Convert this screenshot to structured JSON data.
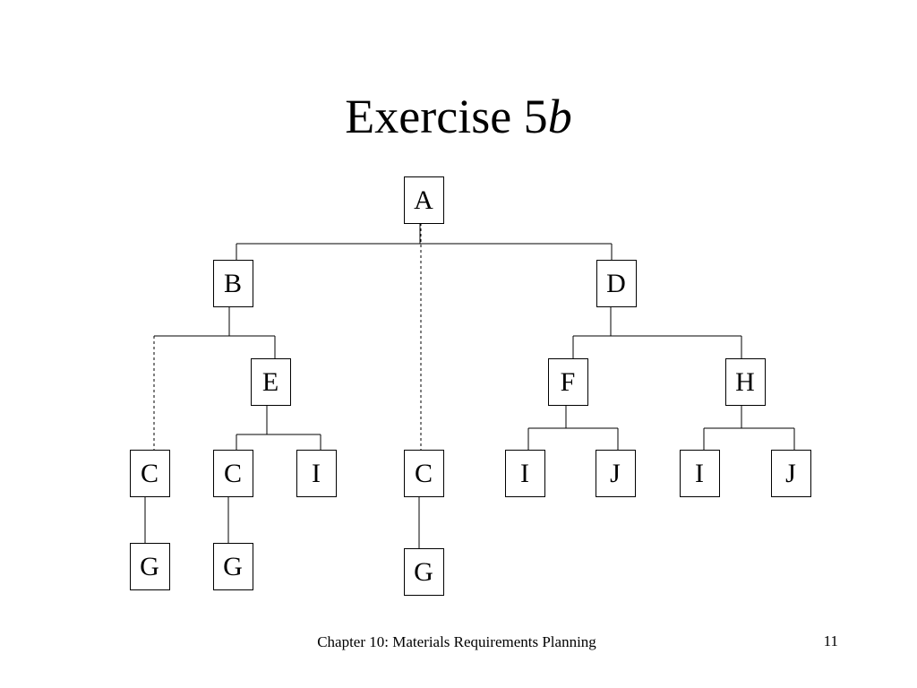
{
  "slide": {
    "title_main": "Exercise 5",
    "title_italic": "b",
    "footer_text": "Chapter 10: Materials Requirements Planning",
    "page_number": "11"
  },
  "tree": {
    "nodes": [
      {
        "id": "A",
        "label": "A"
      },
      {
        "id": "B",
        "label": "B"
      },
      {
        "id": "D",
        "label": "D"
      },
      {
        "id": "E",
        "label": "E"
      },
      {
        "id": "F",
        "label": "F"
      },
      {
        "id": "H",
        "label": "H"
      },
      {
        "id": "C1",
        "label": "C"
      },
      {
        "id": "C2",
        "label": "C"
      },
      {
        "id": "I1",
        "label": "I"
      },
      {
        "id": "C3",
        "label": "C"
      },
      {
        "id": "I2",
        "label": "I"
      },
      {
        "id": "J1",
        "label": "J"
      },
      {
        "id": "I3",
        "label": "I"
      },
      {
        "id": "J2",
        "label": "J"
      },
      {
        "id": "G1",
        "label": "G"
      },
      {
        "id": "G2",
        "label": "G"
      },
      {
        "id": "G3",
        "label": "G"
      }
    ],
    "edges": [
      {
        "from": "A",
        "to": "B",
        "style": "solid"
      },
      {
        "from": "A",
        "to": "D",
        "style": "solid"
      },
      {
        "from": "A",
        "to": "C3",
        "style": "dashed"
      },
      {
        "from": "B",
        "to": "C1",
        "style": "dashed"
      },
      {
        "from": "B",
        "to": "E",
        "style": "solid"
      },
      {
        "from": "D",
        "to": "F",
        "style": "solid"
      },
      {
        "from": "D",
        "to": "H",
        "style": "solid"
      },
      {
        "from": "E",
        "to": "C2",
        "style": "solid"
      },
      {
        "from": "E",
        "to": "I1",
        "style": "solid"
      },
      {
        "from": "F",
        "to": "I2",
        "style": "solid"
      },
      {
        "from": "F",
        "to": "J1",
        "style": "solid"
      },
      {
        "from": "H",
        "to": "I3",
        "style": "solid"
      },
      {
        "from": "H",
        "to": "J2",
        "style": "solid"
      },
      {
        "from": "C1",
        "to": "G1",
        "style": "solid"
      },
      {
        "from": "C2",
        "to": "G2",
        "style": "solid"
      },
      {
        "from": "C3",
        "to": "G3",
        "style": "solid"
      }
    ]
  }
}
